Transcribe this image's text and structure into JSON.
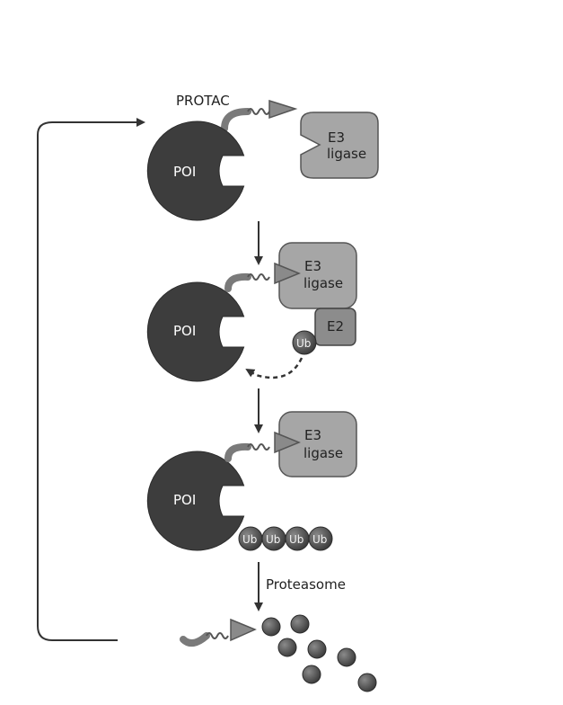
{
  "labels": {
    "protac": "PROTAC",
    "poi": "POI",
    "e3_line1": "E3",
    "e3_line2": "ligase",
    "e2": "E2",
    "ub": "Ub",
    "proteasome": "Proteasome"
  },
  "colors": {
    "poi": "#3d3d3d",
    "e3": "#a6a6a6",
    "e2": "#8c8c8c",
    "protac_ligand": "#7a7a7a",
    "ub": "#4a4a4a",
    "arrow": "#333333"
  },
  "stages": [
    {
      "name": "protac-binding"
    },
    {
      "name": "ternary-complex-ubiquitin-transfer"
    },
    {
      "name": "polyubiquitinated-poi"
    },
    {
      "name": "proteasomal-degradation"
    }
  ],
  "polyubiquitin_count": 4,
  "degraded_fragment_count": 7
}
